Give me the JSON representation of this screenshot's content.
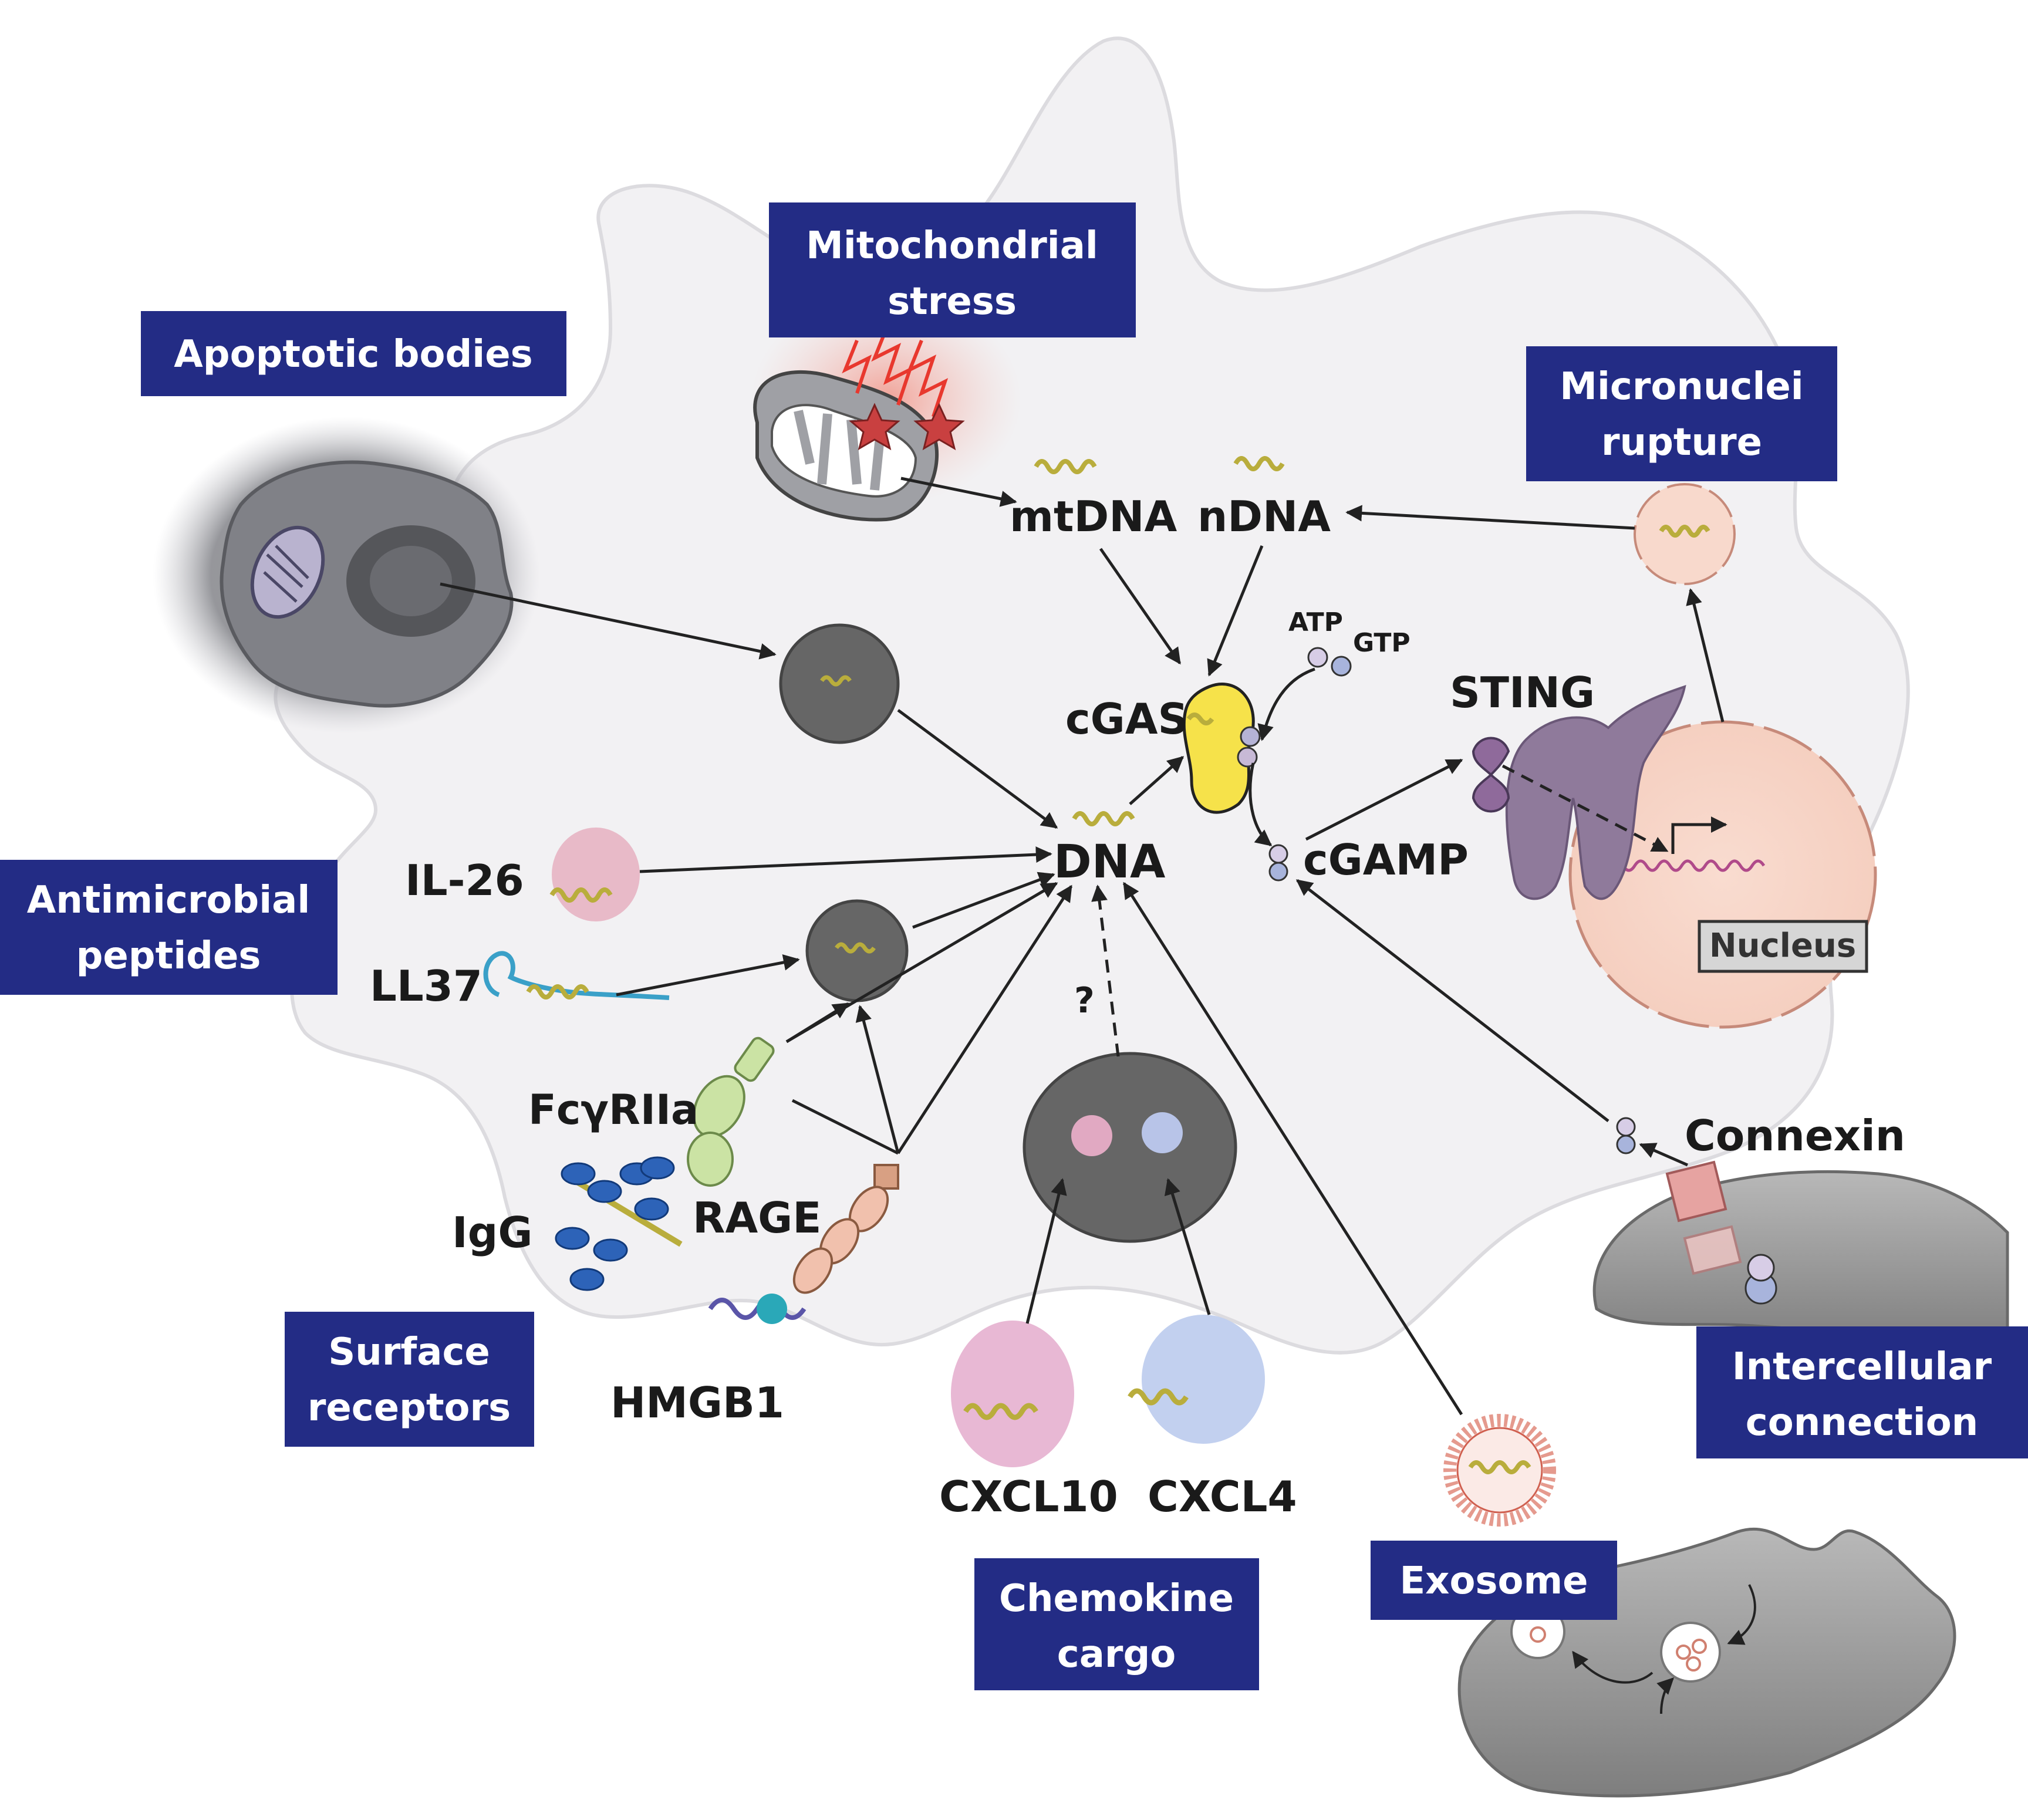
{
  "boxes": {
    "mito_l1": "Mitochondrial",
    "mito_l2": "stress",
    "apoptotic": "Apoptotic bodies",
    "micronuclei_l1": "Micronuclei",
    "micronuclei_l2": "rupture",
    "antimicrobial_l1": "Antimicrobial",
    "antimicrobial_l2": "peptides",
    "surface_l1": "Surface",
    "surface_l2": "receptors",
    "chemokine_l1": "Chemokine",
    "chemokine_l2": "cargo",
    "exosome": "Exosome",
    "intercellular_l1": "Intercellular",
    "intercellular_l2": "connection"
  },
  "labels": {
    "mtdna": "mtDNA",
    "ndna": "nDNA",
    "atp": "ATP",
    "gtp": "GTP",
    "cgas": "cGAS",
    "sting": "STING",
    "dna": "DNA",
    "cgamp": "cGAMP",
    "nucleus": "Nucleus",
    "il26": "IL-26",
    "ll37": "LL37",
    "question": "?",
    "fcgr": "FcγRIIa",
    "connexin": "Connexin",
    "igg": "IgG",
    "rage": "RAGE",
    "hmgb1": "HMGB1",
    "cxcl10": "CXCL10",
    "cxcl4": "CXCL4"
  },
  "colors": {
    "box_fill": "#232c85",
    "cell_fill": "#f2f1f3",
    "cell_stroke": "#d9d8dc",
    "vesicle_fill": "#666666",
    "nucleus_fill": "#f8d9cc",
    "dna_gold": "#b9ad3c",
    "cgas_yellow": "#f6e24a",
    "sting_purple": "#8f7a9b",
    "connexin_pink": "#e6a3a1",
    "arrow": "#222222"
  }
}
